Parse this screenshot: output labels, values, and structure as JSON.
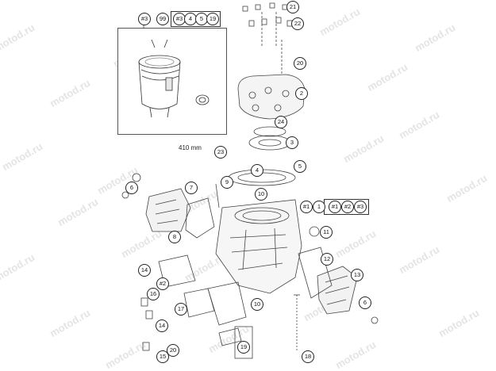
{
  "watermark": "motod.ru",
  "inset": {
    "dimension_label": "410 mm"
  },
  "callouts": [
    {
      "id": "c-hash3-top",
      "text": "#3"
    },
    {
      "id": "c-99",
      "text": "99"
    },
    {
      "id": "c-hash3-grp",
      "text": "#3"
    },
    {
      "id": "c-4-grp",
      "text": "4"
    },
    {
      "id": "c-5-grp",
      "text": "5"
    },
    {
      "id": "c-19-grp",
      "text": "19"
    },
    {
      "id": "c-21",
      "text": "21"
    },
    {
      "id": "c-22",
      "text": "22"
    },
    {
      "id": "c-20-top",
      "text": "20"
    },
    {
      "id": "c-2",
      "text": "2"
    },
    {
      "id": "c-24",
      "text": "24"
    },
    {
      "id": "c-3",
      "text": "3"
    },
    {
      "id": "c-23",
      "text": "23"
    },
    {
      "id": "c-4",
      "text": "4"
    },
    {
      "id": "c-5",
      "text": "5"
    },
    {
      "id": "c-9",
      "text": "9"
    },
    {
      "id": "c-10-top",
      "text": "10"
    },
    {
      "id": "c-6-left",
      "text": "6"
    },
    {
      "id": "c-7",
      "text": "7"
    },
    {
      "id": "c-hash1",
      "text": "#1"
    },
    {
      "id": "c-1",
      "text": "1"
    },
    {
      "id": "c-hash1-grp",
      "text": "#1"
    },
    {
      "id": "c-hash2-grp",
      "text": "#2"
    },
    {
      "id": "c-hash3-grp2",
      "text": "#3"
    },
    {
      "id": "c-8",
      "text": "8"
    },
    {
      "id": "c-11",
      "text": "11"
    },
    {
      "id": "c-12",
      "text": "12"
    },
    {
      "id": "c-14-top",
      "text": "14"
    },
    {
      "id": "c-hash2",
      "text": "#2"
    },
    {
      "id": "c-13",
      "text": "13"
    },
    {
      "id": "c-16",
      "text": "16"
    },
    {
      "id": "c-17",
      "text": "17"
    },
    {
      "id": "c-10-bot",
      "text": "10"
    },
    {
      "id": "c-6-right",
      "text": "6"
    },
    {
      "id": "c-14-bot",
      "text": "14"
    },
    {
      "id": "c-20-bot",
      "text": "20"
    },
    {
      "id": "c-19",
      "text": "19"
    },
    {
      "id": "c-15",
      "text": "15"
    },
    {
      "id": "c-18",
      "text": "18"
    }
  ]
}
